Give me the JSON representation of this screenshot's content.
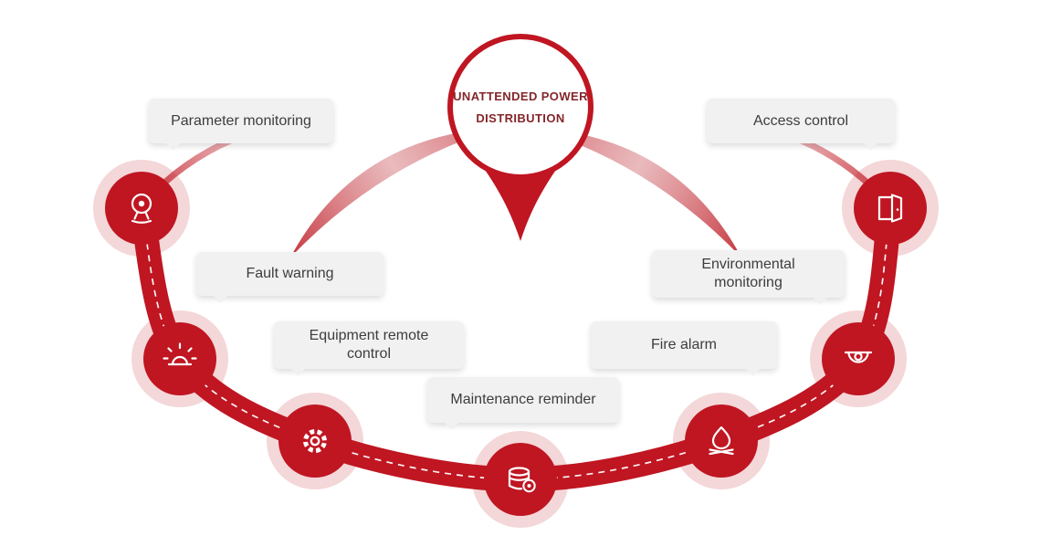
{
  "diagram": {
    "center": {
      "line1": "UNATTENDED POWER",
      "line2": "DISTRIBUTION"
    },
    "nodes": [
      {
        "label": "Parameter monitoring",
        "icon": "webcam-icon"
      },
      {
        "label": "Fault warning",
        "icon": "siren-icon"
      },
      {
        "label": "Equipment remote control",
        "icon": "gear-icon"
      },
      {
        "label": "Maintenance reminder",
        "icon": "database-icon"
      },
      {
        "label": "Fire alarm",
        "icon": "flame-icon"
      },
      {
        "label": "Environmental monitoring",
        "icon": "dome-camera-icon"
      },
      {
        "label": "Access control",
        "icon": "door-icon"
      }
    ],
    "colors": {
      "accent_red": "#bf1622",
      "halo_pink": "#f4d7d8",
      "label_bg": "#f1f1f1",
      "label_text": "#3d3d3d",
      "title_text": "#84262a"
    }
  }
}
